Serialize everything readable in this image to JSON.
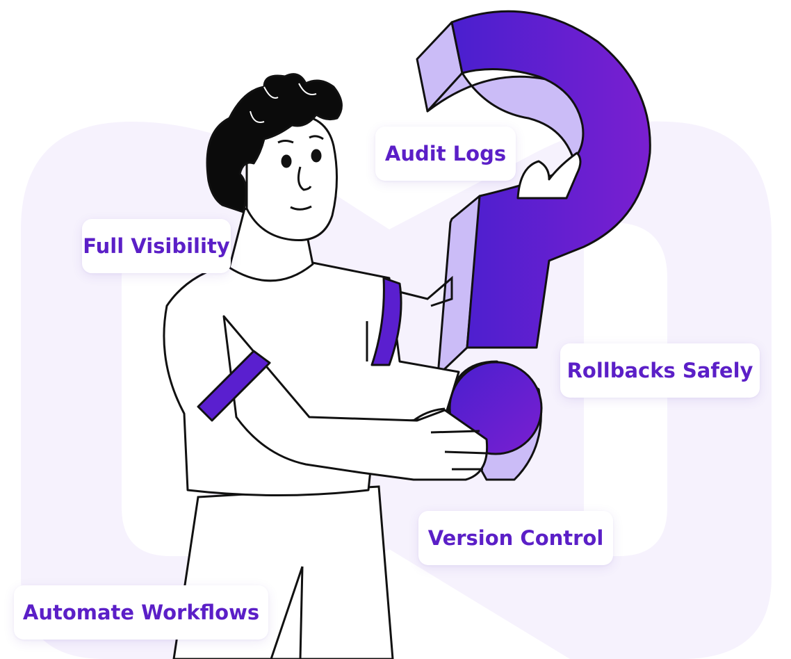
{
  "labels": {
    "full_visibility": "Full Visibility",
    "audit_logs": "Audit Logs",
    "rollbacks_safely": "Rollbacks Safely",
    "version_control": "Version Control",
    "automate_workflows": "Automate Workflows"
  },
  "colors": {
    "label_text": "#5b1fc7",
    "accent_purple": "#5a1fcf",
    "light_lavender": "#cbbcf7",
    "background_shape": "#f6f2fd",
    "hair": "#0b0b0b",
    "outline": "#111111"
  },
  "icons": {
    "illustration": "person-holding-question-mark",
    "backdrop": "stylized-m-shape"
  }
}
